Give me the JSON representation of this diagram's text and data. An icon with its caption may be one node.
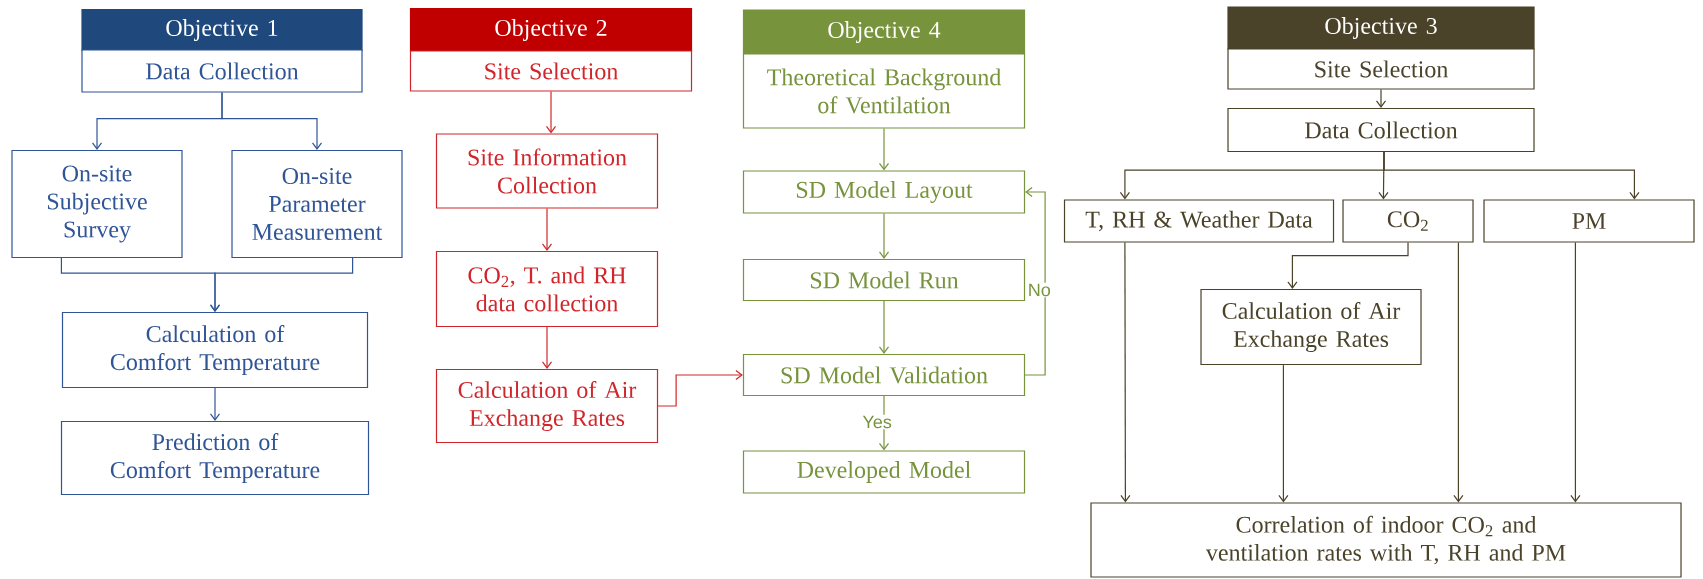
{
  "diagram": {
    "nodes": [
      {
        "text": [
          "Objective 1"
        ]
      },
      {
        "text": [
          "Data Collection"
        ]
      },
      {
        "text": [
          "On-site Subjective Survey"
        ]
      },
      {
        "text": [
          "On-site Parameter Measurement"
        ]
      },
      {
        "text": [
          "Calculation of Comfort Temperature"
        ]
      },
      {
        "text": [
          "Prediction of Comfort Temperature"
        ]
      },
      {
        "text": [
          "Objective 2"
        ]
      },
      {
        "text": [
          "Site Selection"
        ]
      },
      {
        "text": [
          "Site Information Collection"
        ]
      },
      {
        "text": [
          "CO$_{2}$, T. and RH data collection"
        ]
      },
      {
        "text": [
          "Calculation of Air Exchange Rates"
        ]
      },
      {
        "text": [
          "Objective 4"
        ]
      },
      {
        "text": [
          "Theoretical Background of Ventilation"
        ]
      },
      {
        "text": [
          "SD Model Layout"
        ]
      },
      {
        "text": [
          "SD Model Run"
        ]
      },
      {
        "text": [
          "SD Model Validation"
        ]
      },
      {
        "text": [
          "Developed Model"
        ]
      },
      {
        "text": [
          "Objective 3"
        ]
      },
      {
        "text": [
          "Site Selection"
        ]
      },
      {
        "text": [
          "Data Collection"
        ]
      },
      {
        "text": [
          "T, RH & Weather Data"
        ]
      },
      {
        "text": [
          "CO$_{2}$"
        ]
      },
      {
        "text": [
          "PM"
        ]
      },
      {
        "text": [
          "Calculation of Air Exchange Rates"
        ]
      },
      {
        "text": [
          "Correlation of indoor CO$_{2}$ and ventilation rates with T, RH and PM"
        ]
      }
    ],
    "edges": [
      {
        "from": 1,
        "to": 2,
        "arrow": "to",
        "color": "#2f5597"
      },
      {
        "from": 1,
        "to": 3,
        "arrow": "to",
        "color": "#2f5597"
      },
      {
        "from": 2,
        "to": 4,
        "arrow": "to",
        "color": "#2f5597"
      },
      {
        "from": 3,
        "to": 4,
        "arrow": "to",
        "color": "#2f5597"
      },
      {
        "from": 4,
        "to": 5,
        "arrow": "to",
        "color": "#2f5597"
      },
      {
        "from": 7,
        "to": 8,
        "arrow": "to",
        "color": "#d0262b"
      },
      {
        "from": 8,
        "to": 9,
        "arrow": "to",
        "color": "#d0262b"
      },
      {
        "from": 9,
        "to": 10,
        "arrow": "to",
        "color": "#d0262b"
      },
      {
        "from": 10,
        "to": 15,
        "arrow": "to",
        "color": "#d0262b"
      },
      {
        "from": 12,
        "to": 13,
        "arrow": "to",
        "color": "#77933c"
      },
      {
        "from": 13,
        "to": 14,
        "arrow": "to",
        "color": "#77933c"
      },
      {
        "from": 14,
        "to": 15,
        "arrow": "to",
        "color": "#77933c"
      },
      {
        "from": 15,
        "to": 13,
        "arrow": "to",
        "label": "No",
        "color": "#77933c"
      },
      {
        "from": 15,
        "to": 16,
        "arrow": "to",
        "label": "Yes",
        "color": "#77933c"
      },
      {
        "from": 18,
        "to": 19,
        "arrow": "to"
      },
      {
        "from": 19,
        "to": 20,
        "arrow": "to"
      },
      {
        "from": 19,
        "to": 21,
        "arrow": "to"
      },
      {
        "from": 19,
        "to": 22,
        "arrow": "to"
      },
      {
        "from": 21,
        "to": 23,
        "arrow": "to"
      },
      {
        "from": 20,
        "to": 24,
        "arrow": "to"
      },
      {
        "from": 23,
        "to": 24,
        "arrow": "to"
      },
      {
        "from": 21,
        "to": 24,
        "arrow": "to"
      },
      {
        "from": 22,
        "to": 24,
        "arrow": "to"
      }
    ]
  }
}
